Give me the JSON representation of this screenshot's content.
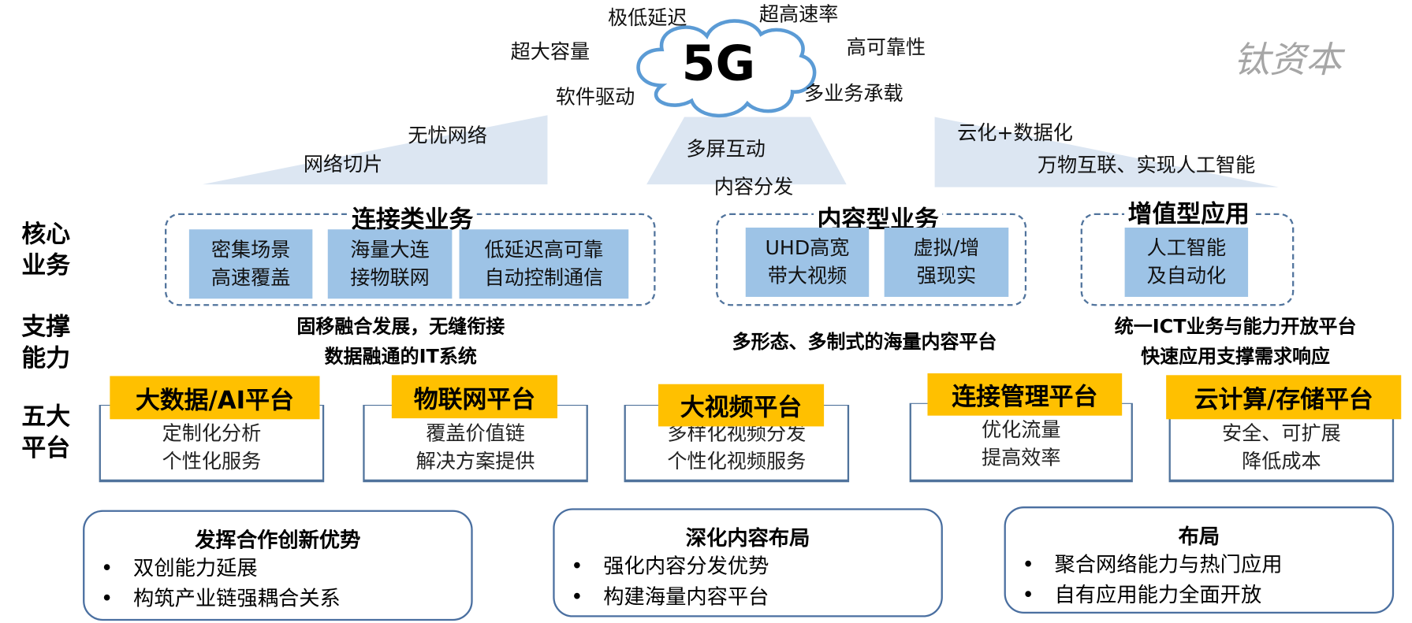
{
  "cloud": {
    "label": "5G",
    "attributes": [
      "极低延迟",
      "超高速率",
      "超大容量",
      "高可靠性",
      "软件驱动",
      "多业务承载"
    ]
  },
  "watermark": "钛资本",
  "trends": {
    "left": [
      "无忧网络",
      "网络切片"
    ],
    "middle": [
      "多屏互动",
      "内容分发"
    ],
    "right": [
      "云化+数据化",
      "万物互联、实现人工智能"
    ]
  },
  "row_labels": {
    "core": [
      "核心",
      "业务"
    ],
    "support": [
      "支撑",
      "能力"
    ],
    "platforms": [
      "五大",
      "平台"
    ]
  },
  "core_groups": [
    {
      "title": "连接类业务",
      "items": [
        [
          "密集场景",
          "高速覆盖"
        ],
        [
          "海量大连",
          "接物联网"
        ],
        [
          "低延迟高可靠",
          "自动控制通信"
        ]
      ]
    },
    {
      "title": "内容型业务",
      "items": [
        [
          "UHD高宽",
          "带大视频"
        ],
        [
          "虚拟/增",
          "强现实"
        ]
      ]
    },
    {
      "title": "增值型应用",
      "items": [
        [
          "人工智能",
          "及自动化"
        ]
      ]
    }
  ],
  "support": [
    [
      "固移融合发展，无缝衔接",
      "数据融通的IT系统"
    ],
    [
      "多形态、多制式的海量内容平台"
    ],
    [
      "统一ICT业务与能力开放平台",
      "快速应用支撑需求响应"
    ]
  ],
  "platforms": [
    {
      "title": "大数据/AI平台",
      "lines": [
        "定制化分析",
        "个性化服务"
      ]
    },
    {
      "title": "物联网平台",
      "lines": [
        "覆盖价值链",
        "解决方案提供"
      ]
    },
    {
      "title": "大视频平台",
      "lines": [
        "多样化视频分发",
        "个性化视频服务"
      ]
    },
    {
      "title": "连接管理平台",
      "lines": [
        "优化流量",
        "提高效率"
      ]
    },
    {
      "title": "云计算/存储平台",
      "lines": [
        "安全、可扩展",
        "降低成本"
      ]
    }
  ],
  "strategies": [
    {
      "title": "发挥合作创新优势",
      "bullets": [
        "双创能力延展",
        "构筑产业链强耦合关系"
      ]
    },
    {
      "title": "深化内容布局",
      "bullets": [
        "强化内容分发优势",
        "构建海量内容平台"
      ]
    },
    {
      "title": "布局",
      "bullets": [
        "聚合网络能力与热门应用",
        "自有应用能力全面开放"
      ]
    }
  ],
  "bullet_symbol": "•",
  "colors": {
    "trend_fill": "#dce6f2",
    "inner_box": "#9dc3e6",
    "platform_header": "#ffc000",
    "border": "#50739c"
  }
}
